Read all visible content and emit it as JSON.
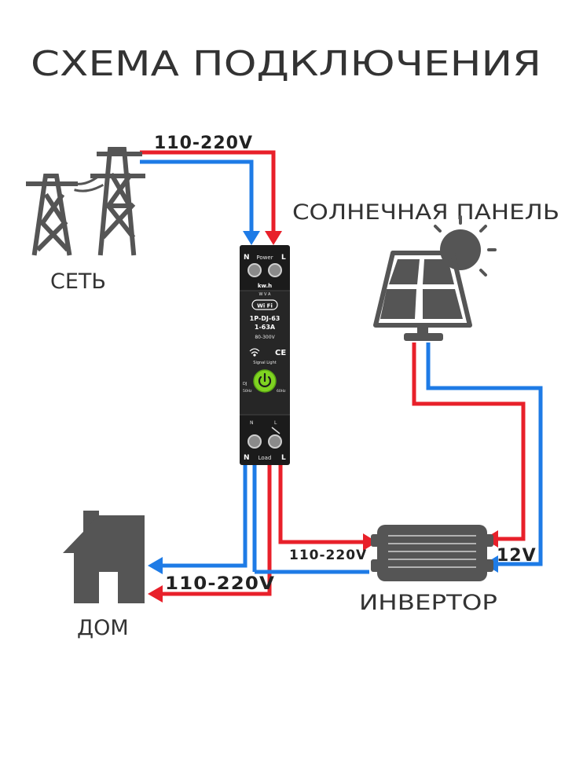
{
  "title": "СХЕМА ПОДКЛЮЧЕНИЯ",
  "labels": {
    "grid": "СЕТЬ",
    "solar": "СОЛНЕЧНАЯ ПАНЕЛЬ",
    "home": "ДОМ",
    "inverter": "ИНВЕРТОР"
  },
  "voltages": {
    "grid_in": "110-220V",
    "home_out": "110-220V",
    "inverter_out": "110-220V",
    "dc": "12V"
  },
  "device": {
    "top_n": "N",
    "top_power": "Power",
    "top_l": "L",
    "kwh": "kw.h",
    "wva": "W  V  A",
    "wifi": "Wi Fi",
    "model": "1P-DJ-63",
    "current": "1-63A",
    "range": "80-300V",
    "ce": "CE",
    "signal": "Signal Light",
    "dj": "DJ",
    "hz_left": "50Hz",
    "hz_right": "60Hz",
    "bot_n": "N",
    "bot_load": "Load",
    "bot_l": "L",
    "mini_n": "N",
    "mini_l": "L"
  },
  "colors": {
    "live": "#e8202a",
    "neutral": "#1e7be6",
    "icon": "#555555",
    "text": "#333333",
    "device": "#1b1b1b",
    "button": "#7fd321"
  },
  "icons": {
    "grid": "power-pylon-icon",
    "solar": "solar-panel-icon",
    "sun": "sun-icon",
    "home": "house-icon",
    "inverter": "inverter-icon",
    "wifi": "wifi-icon",
    "power": "power-button-icon"
  }
}
